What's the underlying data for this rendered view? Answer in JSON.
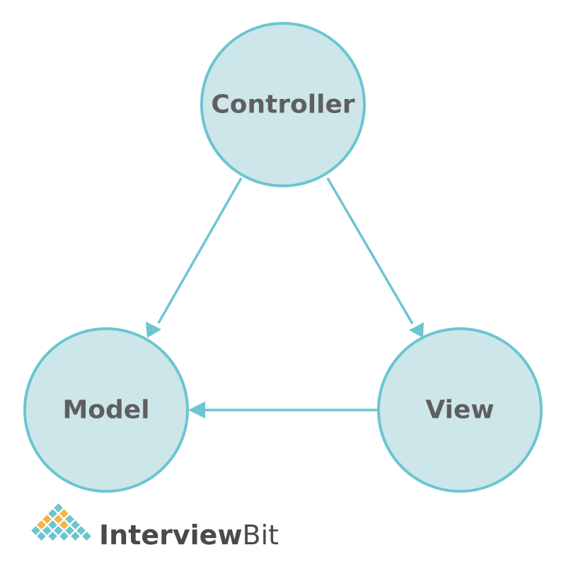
{
  "diagram": {
    "nodes": {
      "controller": {
        "label": "Controller"
      },
      "model": {
        "label": "Model"
      },
      "view": {
        "label": "View"
      }
    },
    "edges": [
      {
        "from": "Controller",
        "to": "Model"
      },
      {
        "from": "Controller",
        "to": "View"
      },
      {
        "from": "View",
        "to": "Model"
      }
    ],
    "colors": {
      "node_fill": "#cde6ea",
      "node_stroke": "#6cc5d1",
      "arrow": "#6cc5d1",
      "label_text": "#5f5f5f"
    }
  },
  "branding": {
    "name_bold": "Interview",
    "name_light": "Bit",
    "logo_icon": "diamond-grid-logo-icon",
    "colors": {
      "teal": "#6cc5d1",
      "orange": "#f4b447",
      "text": "#4a4a4a"
    }
  }
}
